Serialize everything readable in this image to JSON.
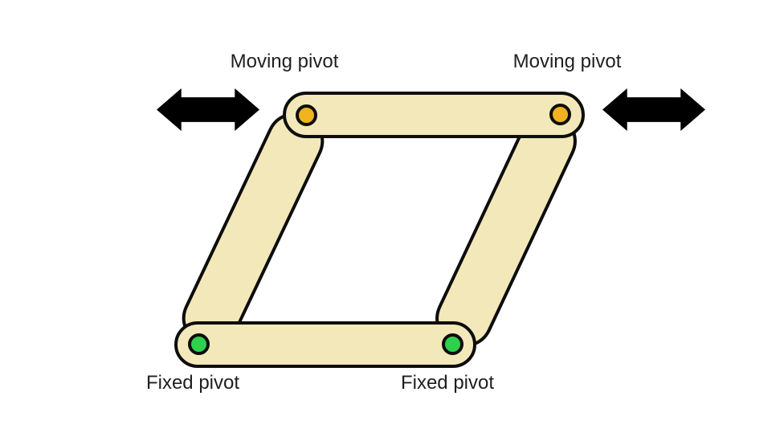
{
  "diagram": {
    "labels": {
      "moving_pivot_left": "Moving pivot",
      "moving_pivot_right": "Moving pivot",
      "fixed_pivot_left": "Fixed pivot",
      "fixed_pivot_right": "Fixed pivot"
    },
    "pivots": [
      {
        "position": "top-left",
        "type": "moving",
        "color": "#f0b31e"
      },
      {
        "position": "top-right",
        "type": "moving",
        "color": "#f0b31e"
      },
      {
        "position": "bottom-left",
        "type": "fixed",
        "color": "#2fd14c"
      },
      {
        "position": "bottom-right",
        "type": "fixed",
        "color": "#2fd14c"
      }
    ],
    "icons": {
      "left_arrow": "double-headed-horizontal-arrow",
      "right_arrow": "double-headed-horizontal-arrow"
    },
    "colors": {
      "link_fill": "#f2e8b9",
      "link_outline": "#0d0d0d",
      "moving_pivot_fill": "#f0b31e",
      "fixed_pivot_fill": "#2fd14c",
      "arrow": "#000000",
      "background": "#ffffff",
      "label_text": "#1f1f1f"
    }
  }
}
